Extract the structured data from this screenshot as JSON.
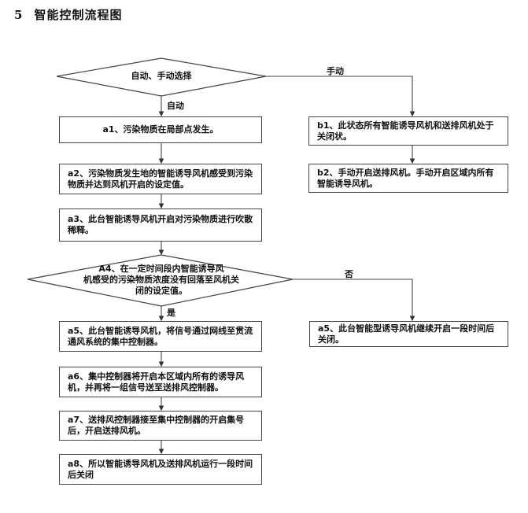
{
  "title": {
    "number": "5",
    "text": "智能控制流程图"
  },
  "decisions": [
    {
      "id": "mode-select",
      "text": "自动、手动选择"
    },
    {
      "id": "a4",
      "text": "A4、在一定时间段内智能诱导风\n机感受的污染物质浓度没有回落至风机关\n闭的设定值。"
    }
  ],
  "branch_labels": {
    "auto": "自动",
    "manual": "手动",
    "yes": "是",
    "no": "否"
  },
  "auto_steps": [
    {
      "id": "a1",
      "text": "a1、污染物质在局部点发生。"
    },
    {
      "id": "a2",
      "text": "a2、污染物质发生地的智能诱导风机感受到污染物质并达到风机开启的设定值。"
    },
    {
      "id": "a3",
      "text": "a3、此台智能诱导风机开启对污染物质进行吹散稀释。"
    },
    {
      "id": "a5",
      "text": "a5、此台智能诱导风机，将信号通过网线至贯流通风系统的集中控制器。"
    },
    {
      "id": "a6",
      "text": "a6、集中控制器将开启本区域内所有的诱导风机，并再将一组信号送至送排风控制器。"
    },
    {
      "id": "a7",
      "text": "a7、送排风控制器接至集中控制器的开启集号后，开启送排风机。"
    },
    {
      "id": "a8",
      "text": "a8、所以智能诱导风机及送排风机运行一段时间后关闭"
    }
  ],
  "manual_steps": [
    {
      "id": "b1",
      "text": "b1、此状态所有智能诱导风机和送排风机处于关闭状。"
    },
    {
      "id": "b2",
      "text": "b2、手动开启送排风机。手动开启区域内所有智能诱导风机。"
    }
  ],
  "no_branch_step": {
    "id": "a5-no",
    "text": "a5、此台智能型诱导风机继续开启一段时间后关闭。"
  }
}
